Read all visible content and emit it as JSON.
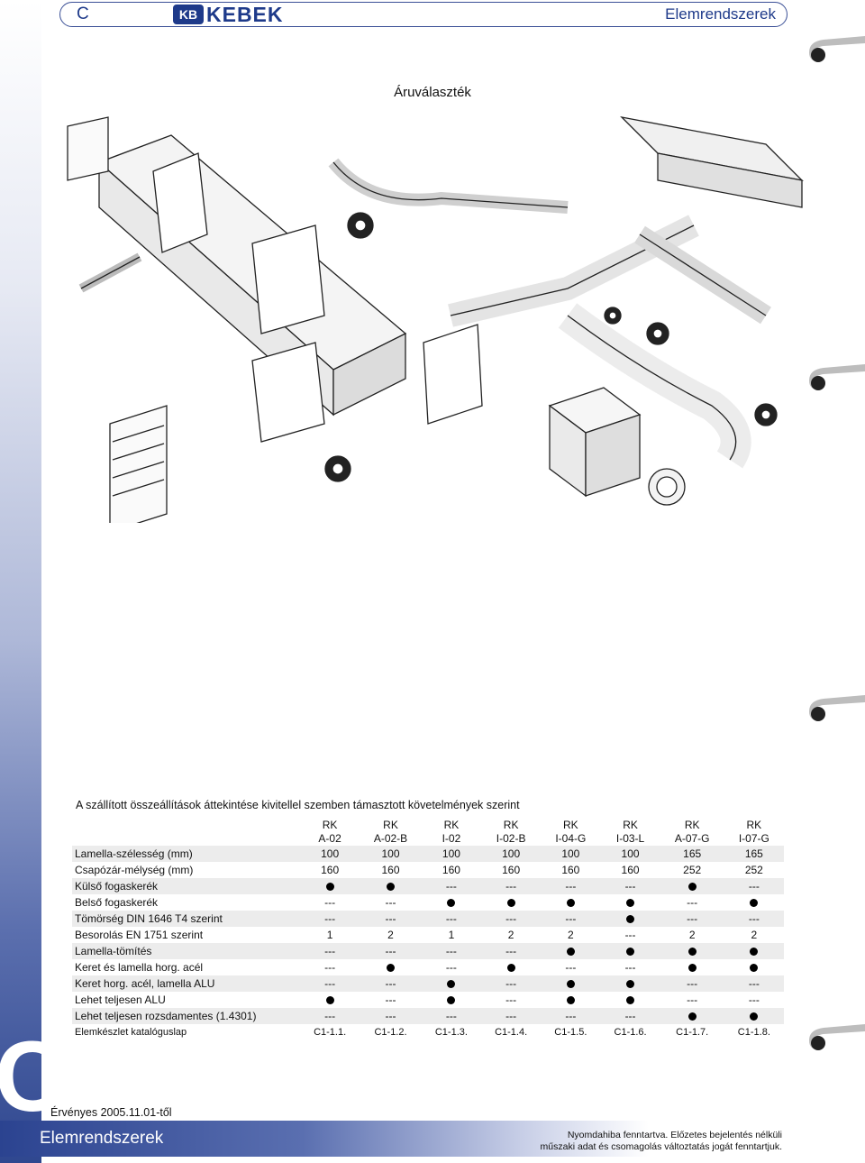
{
  "header": {
    "section_letter": "C",
    "brand": "KEBEK",
    "brand_mark": "KB",
    "title": "Elemrendszerek"
  },
  "page_title": "Áruválaszték",
  "caption": "A szállított összeállítások áttekintése kivitellel szemben támasztott követelmények szerint",
  "table": {
    "columns": [
      [
        "RK",
        "A-02"
      ],
      [
        "RK",
        "A-02-B"
      ],
      [
        "RK",
        "I-02"
      ],
      [
        "RK",
        "I-02-B"
      ],
      [
        "RK",
        "I-04-G"
      ],
      [
        "RK",
        "I-03-L"
      ],
      [
        "RK",
        "A-07-G"
      ],
      [
        "RK",
        "I-07-G"
      ]
    ],
    "rows": [
      {
        "label": "Lamella-szélesség (mm)",
        "values": [
          "100",
          "100",
          "100",
          "100",
          "100",
          "100",
          "165",
          "165"
        ]
      },
      {
        "label": "Csapózár-mélység (mm)",
        "values": [
          "160",
          "160",
          "160",
          "160",
          "160",
          "160",
          "252",
          "252"
        ]
      },
      {
        "label": "Külső fogaskerék",
        "values": [
          "●",
          "●",
          "---",
          "---",
          "---",
          "---",
          "●",
          "---"
        ]
      },
      {
        "label": "Belső fogaskerék",
        "values": [
          "---",
          "---",
          "●",
          "●",
          "●",
          "●",
          "---",
          "●"
        ]
      },
      {
        "label": "Tömörség DIN 1646 T4 szerint",
        "values": [
          "---",
          "---",
          "---",
          "---",
          "---",
          "●",
          "---",
          "---"
        ]
      },
      {
        "label": "Besorolás EN 1751 szerint",
        "values": [
          "1",
          "2",
          "1",
          "2",
          "2",
          "---",
          "2",
          "2"
        ]
      },
      {
        "label": "Lamella-tömítés",
        "values": [
          "---",
          "---",
          "---",
          "---",
          "●",
          "●",
          "●",
          "●"
        ]
      },
      {
        "label": "Keret és lamella horg. acél",
        "values": [
          "---",
          "●",
          "---",
          "●",
          "---",
          "---",
          "●",
          "●"
        ]
      },
      {
        "label": "Keret horg. acél, lamella ALU",
        "values": [
          "---",
          "---",
          "●",
          "---",
          "●",
          "●",
          "---",
          "---"
        ]
      },
      {
        "label": "Lehet teljesen ALU",
        "values": [
          "●",
          "---",
          "●",
          "---",
          "●",
          "●",
          "---",
          "---"
        ]
      },
      {
        "label": "Lehet teljesen rozsdamentes (1.4301)",
        "values": [
          "---",
          "---",
          "---",
          "---",
          "---",
          "---",
          "●",
          "●"
        ]
      },
      {
        "label": "Elemkészlet katalóguslap",
        "values": [
          "C1-1.1.",
          "C1-1.2.",
          "C1-1.3.",
          "C1-1.4.",
          "C1-1.5.",
          "C1-1.6.",
          "C1-1.7.",
          "C1-1.8."
        ]
      }
    ]
  },
  "validity": "Érvényes 2005.11.01-től",
  "footer": {
    "title": "Elemrendszerek",
    "note_line1": "Nyomdahiba fenntartva. Előzetes bejelentés nélküli",
    "note_line2": "műszaki adat és csomagolás változtatás jogát fenntartjuk."
  },
  "side_letter": "C",
  "colors": {
    "brand_blue": "#1e3a8a",
    "sidebar_dark": "#2f478f"
  },
  "illustration": "exploded-duct-system-drawing"
}
